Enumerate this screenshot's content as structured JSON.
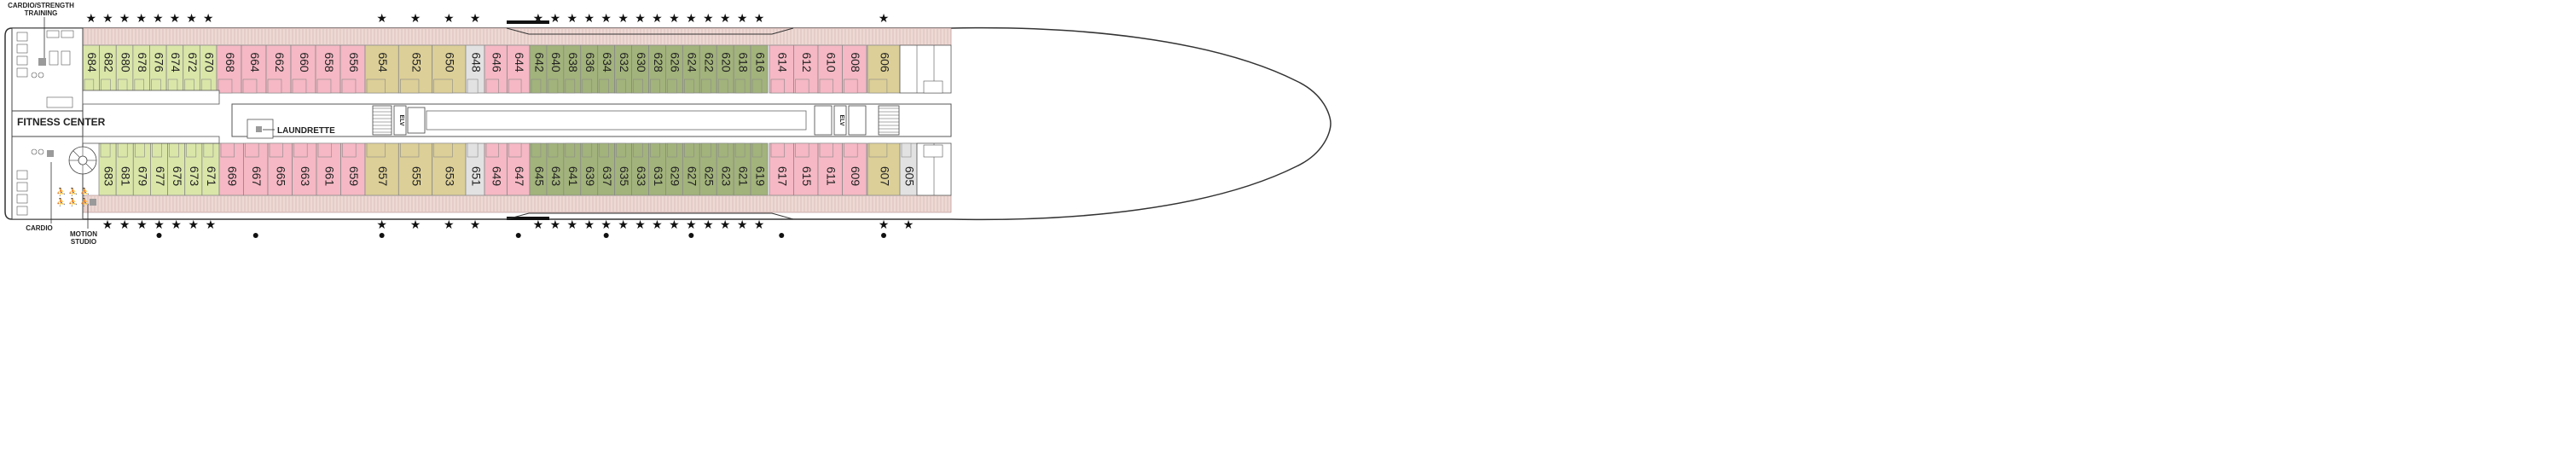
{
  "labels": {
    "cardio_strength": [
      "CARDIO/STRENGTH",
      "TRAINING"
    ],
    "fitness": "FITNESS CENTER",
    "laundrette": "LAUNDRETTE",
    "cardio": "CARDIO",
    "motion": [
      "MOTION",
      "STUDIO"
    ],
    "elv": "ELV"
  },
  "colors": {
    "green": "#d9e6a8",
    "pink": "#f5b8c4",
    "tan": "#dccf97",
    "olive": "#a2b37b",
    "grey": "#e2e2e2",
    "balcony": "#eed9d4",
    "outline": "#333333"
  },
  "top_row": [
    {
      "n": "684",
      "c": "green"
    },
    {
      "n": "682",
      "c": "green"
    },
    {
      "n": "680",
      "c": "green"
    },
    {
      "n": "678",
      "c": "green"
    },
    {
      "n": "676",
      "c": "green"
    },
    {
      "n": "674",
      "c": "green"
    },
    {
      "n": "672",
      "c": "green"
    },
    {
      "n": "670",
      "c": "green"
    },
    {
      "n": "668",
      "c": "pink"
    },
    {
      "n": "664",
      "c": "pink"
    },
    {
      "n": "662",
      "c": "pink"
    },
    {
      "n": "660",
      "c": "pink"
    },
    {
      "n": "658",
      "c": "pink"
    },
    {
      "n": "656",
      "c": "pink"
    },
    {
      "n": "654",
      "c": "tan"
    },
    {
      "n": "652",
      "c": "tan"
    },
    {
      "n": "650",
      "c": "tan"
    },
    {
      "n": "648",
      "c": "grey"
    },
    {
      "n": "646",
      "c": "pink"
    },
    {
      "n": "644",
      "c": "pink"
    },
    {
      "n": "642",
      "c": "olive"
    },
    {
      "n": "640",
      "c": "olive"
    },
    {
      "n": "638",
      "c": "olive"
    },
    {
      "n": "636",
      "c": "olive"
    },
    {
      "n": "634",
      "c": "olive"
    },
    {
      "n": "632",
      "c": "olive"
    },
    {
      "n": "630",
      "c": "olive"
    },
    {
      "n": "628",
      "c": "olive"
    },
    {
      "n": "626",
      "c": "olive"
    },
    {
      "n": "624",
      "c": "olive"
    },
    {
      "n": "622",
      "c": "olive"
    },
    {
      "n": "620",
      "c": "olive"
    },
    {
      "n": "618",
      "c": "olive"
    },
    {
      "n": "616",
      "c": "olive"
    },
    {
      "n": "614",
      "c": "pink"
    },
    {
      "n": "612",
      "c": "pink"
    },
    {
      "n": "610",
      "c": "pink"
    },
    {
      "n": "608",
      "c": "pink"
    },
    {
      "n": "606",
      "c": "tan"
    }
  ],
  "bottom_row": [
    {
      "n": "683",
      "c": "green"
    },
    {
      "n": "681",
      "c": "green"
    },
    {
      "n": "679",
      "c": "green"
    },
    {
      "n": "677",
      "c": "green"
    },
    {
      "n": "675",
      "c": "green"
    },
    {
      "n": "673",
      "c": "green"
    },
    {
      "n": "671",
      "c": "green"
    },
    {
      "n": "669",
      "c": "pink"
    },
    {
      "n": "667",
      "c": "pink"
    },
    {
      "n": "665",
      "c": "pink"
    },
    {
      "n": "663",
      "c": "pink"
    },
    {
      "n": "661",
      "c": "pink"
    },
    {
      "n": "659",
      "c": "pink"
    },
    {
      "n": "657",
      "c": "tan"
    },
    {
      "n": "655",
      "c": "tan"
    },
    {
      "n": "653",
      "c": "tan"
    },
    {
      "n": "651",
      "c": "grey"
    },
    {
      "n": "649",
      "c": "pink"
    },
    {
      "n": "647",
      "c": "pink"
    },
    {
      "n": "645",
      "c": "olive"
    },
    {
      "n": "643",
      "c": "olive"
    },
    {
      "n": "641",
      "c": "olive"
    },
    {
      "n": "639",
      "c": "olive"
    },
    {
      "n": "637",
      "c": "olive"
    },
    {
      "n": "635",
      "c": "olive"
    },
    {
      "n": "633",
      "c": "olive"
    },
    {
      "n": "631",
      "c": "olive"
    },
    {
      "n": "629",
      "c": "olive"
    },
    {
      "n": "627",
      "c": "olive"
    },
    {
      "n": "625",
      "c": "olive"
    },
    {
      "n": "623",
      "c": "olive"
    },
    {
      "n": "621",
      "c": "olive"
    },
    {
      "n": "619",
      "c": "olive"
    },
    {
      "n": "617",
      "c": "pink"
    },
    {
      "n": "615",
      "c": "pink"
    },
    {
      "n": "611",
      "c": "pink"
    },
    {
      "n": "609",
      "c": "pink"
    },
    {
      "n": "607",
      "c": "tan"
    },
    {
      "n": "605",
      "c": "grey"
    }
  ],
  "legend_marks": {
    "star": "★",
    "top_star_rooms": [
      "684",
      "682",
      "680",
      "678",
      "676",
      "674",
      "672",
      "670",
      "654",
      "652",
      "650",
      "648",
      "642",
      "640",
      "638",
      "636",
      "634",
      "632",
      "630",
      "628",
      "626",
      "624",
      "622",
      "620",
      "618",
      "616",
      "606"
    ],
    "bottom_star_rooms": [
      "683",
      "681",
      "679",
      "677",
      "675",
      "673",
      "671",
      "657",
      "655",
      "653",
      "651",
      "645",
      "643",
      "641",
      "639",
      "637",
      "635",
      "633",
      "631",
      "629",
      "627",
      "625",
      "623",
      "621",
      "619",
      "607",
      "605"
    ],
    "bottom_dot_rooms": [
      "677",
      "667",
      "657",
      "647",
      "637",
      "627",
      "617",
      "607"
    ]
  }
}
